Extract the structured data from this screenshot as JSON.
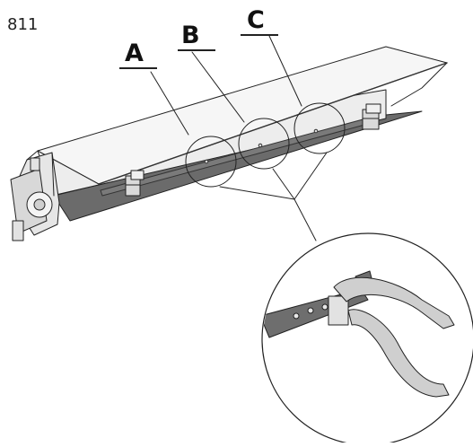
{
  "figure": {
    "number": "811",
    "callouts": [
      {
        "id": "a",
        "label": "A"
      },
      {
        "id": "b",
        "label": "B"
      },
      {
        "id": "c",
        "label": "C"
      }
    ]
  }
}
